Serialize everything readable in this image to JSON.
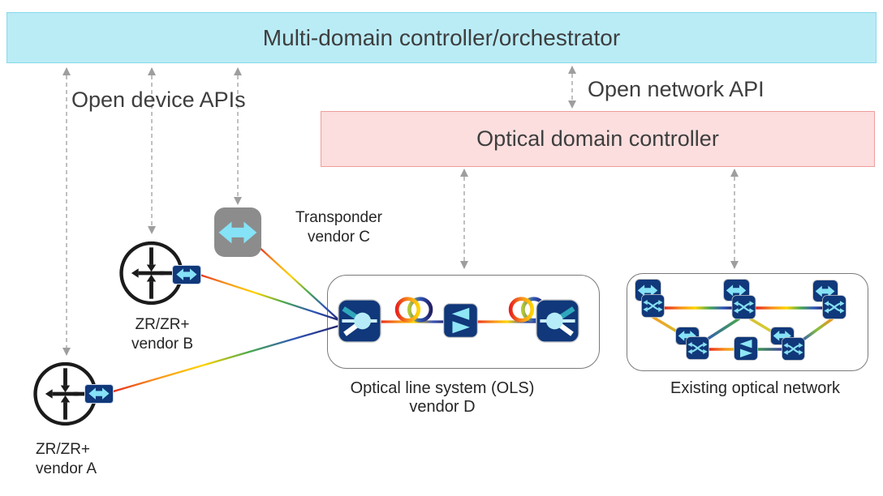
{
  "banners": {
    "multi_domain_controller": "Multi-domain controller/orchestrator",
    "optical_domain_controller": "Optical domain controller"
  },
  "api_labels": {
    "open_device_apis": "Open device APIs",
    "open_network_api": "Open network API"
  },
  "nodes": {
    "router_a": {
      "line1": "ZR/ZR+",
      "line2": "vendor A"
    },
    "router_b": {
      "line1": "ZR/ZR+",
      "line2": "vendor B"
    },
    "transponder_c": {
      "line1": "Transponder",
      "line2": "vendor C"
    },
    "ols": {
      "line1": "Optical line system (OLS)",
      "line2": "vendor D"
    },
    "existing_network": {
      "label": "Existing optical network"
    }
  },
  "icons": {
    "router": "circle-with-four-arrows",
    "pluggable_transceiver": "navy-box-cyan-double-arrow",
    "transponder": "gray-box-cyan-double-arrow",
    "roadm": "navy-box-fiber-splitter",
    "amplifier": "navy-box-dual-triangles",
    "optical_switch": "navy-box-crossing-arrows",
    "fiber_coil": "rainbow-double-loop",
    "dashed_arrow": "gray-double-headed-dashed-arrow",
    "optical_link": "rainbow-gradient-line"
  },
  "colors": {
    "banner_cyan_bg": "#baecf6",
    "banner_cyan_border": "#86d9ea",
    "banner_pink_bg": "#fcdede",
    "banner_pink_border": "#ef9d9d",
    "navy": "#10387a",
    "icon_cyan": "#86e2f6",
    "device_gray": "#8c8c8c",
    "dashed_arrow": "#a8a8a8",
    "text_dark": "#3e3e3e",
    "link_red": "#e8251d",
    "link_orange": "#f7941d",
    "link_yellow": "#ffd400",
    "link_green": "#4aa94d",
    "link_blue": "#2e55b8",
    "link_darkblue": "#232064"
  }
}
